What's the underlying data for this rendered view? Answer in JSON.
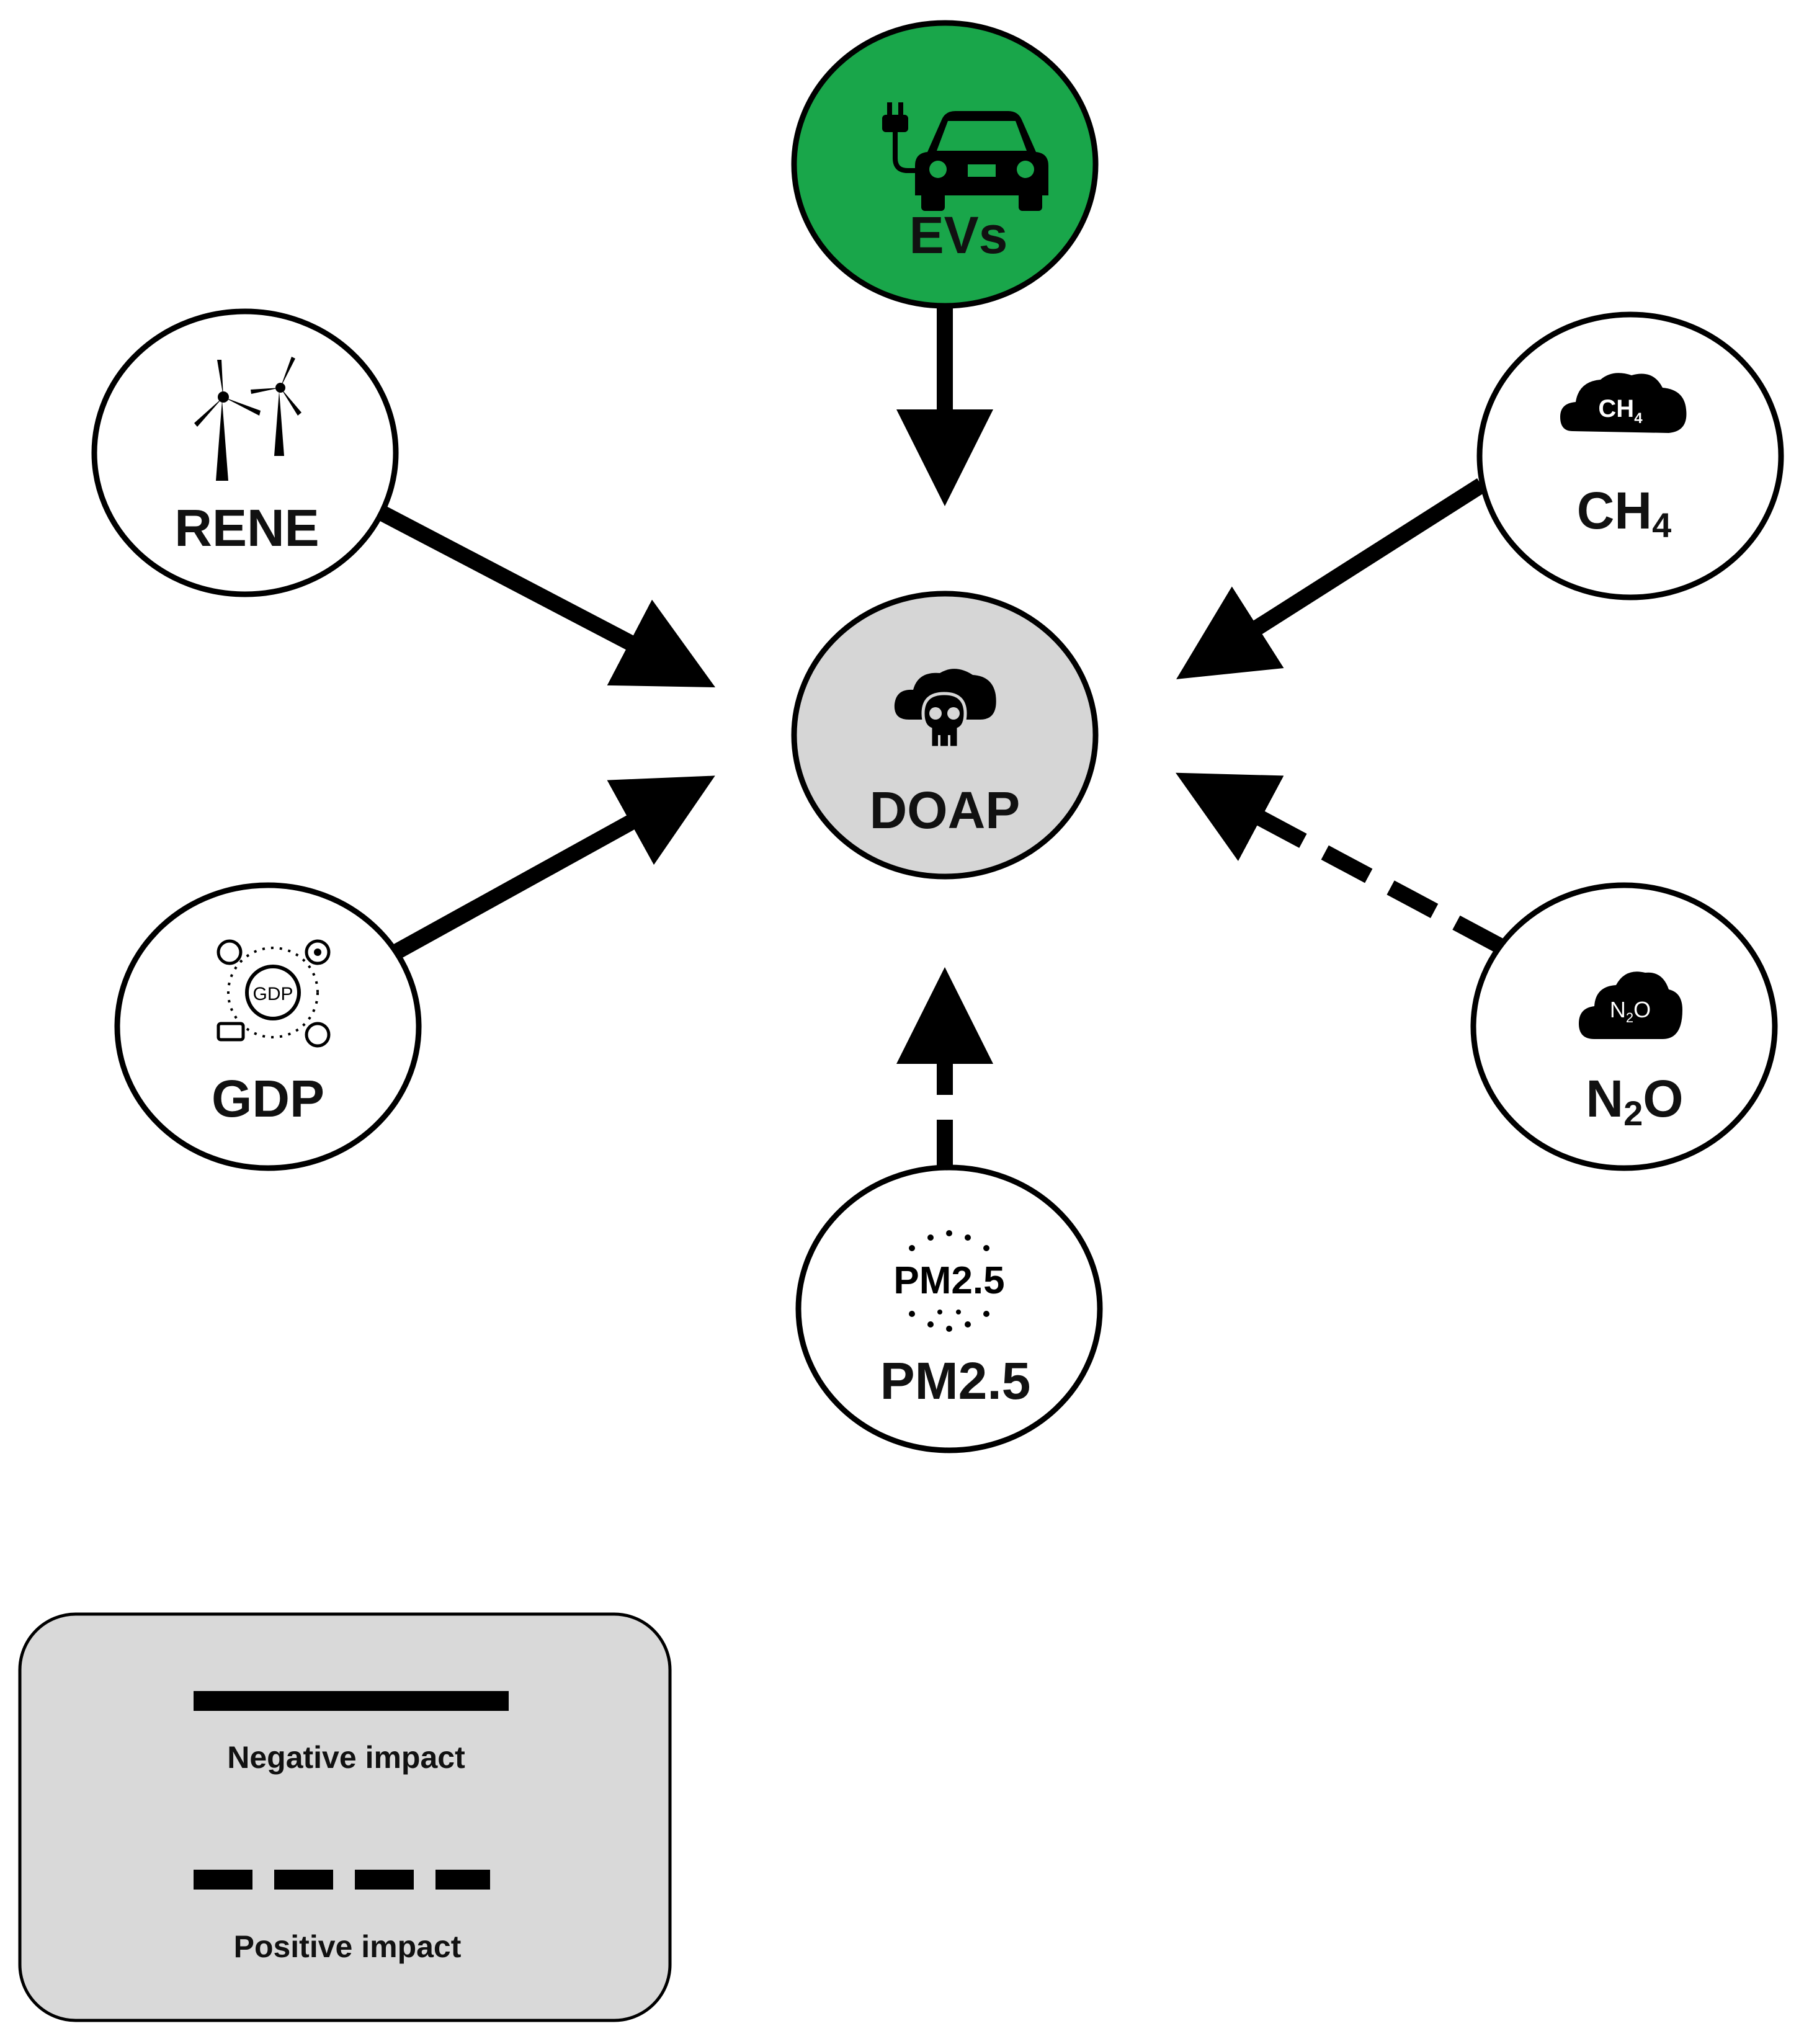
{
  "colors": {
    "ev_fill": "#19a64a",
    "center_fill": "#d6d6d6",
    "node_fill": "#ffffff",
    "stroke": "#000000",
    "legend_fill": "#d9d9d9"
  },
  "nodes": {
    "evs": {
      "label": "EVs",
      "icon": "electric-car-icon",
      "impact": "negative"
    },
    "rene": {
      "label": "RENE",
      "icon": "wind-turbine-icon",
      "impact": "negative"
    },
    "gdp": {
      "label": "GDP",
      "icon": "gdp-globe-icon",
      "icon_text": "GDP",
      "impact": "negative"
    },
    "ch4": {
      "label": "CH",
      "sub": "4",
      "icon": "ch4-cloud-icon",
      "icon_text": "CH",
      "icon_sub": "4",
      "impact": "negative"
    },
    "n2o": {
      "label_pre": "N",
      "sub": "2",
      "label_post": "O",
      "icon": "n2o-cloud-icon",
      "icon_pre": "N",
      "icon_sub": "2",
      "icon_post": "O",
      "impact": "positive"
    },
    "pm25": {
      "label": "PM2.5",
      "icon": "pm25-particles-icon",
      "icon_text": "PM2.5",
      "impact": "positive"
    },
    "doap": {
      "label": "DOAP",
      "icon": "skull-cloud-icon"
    }
  },
  "legend": {
    "negative_label": "Negative impact",
    "positive_label": "Positive impact"
  }
}
